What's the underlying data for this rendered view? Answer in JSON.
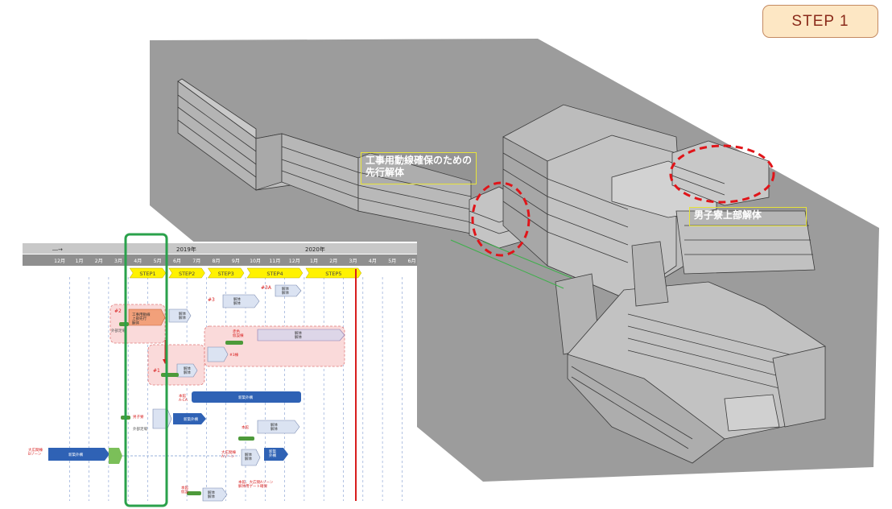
{
  "step_badge": "STEP 1",
  "callouts": {
    "advance_demolition": "工事用動線確保のための先行解体",
    "boys_dorm": "男子寮上部解体"
  },
  "gantt": {
    "arrow_label": "―→",
    "years": [
      "2019年",
      "2020年"
    ],
    "months": [
      "12月",
      "1月",
      "2月",
      "3月",
      "4月",
      "5月",
      "6月",
      "7月",
      "8月",
      "9月",
      "10月",
      "11月",
      "12月",
      "1月",
      "2月",
      "3月",
      "4月",
      "5月",
      "6月"
    ],
    "steps": [
      "STEP1",
      "STEP2",
      "STEP3",
      "STEP4",
      "STEP5"
    ],
    "task_labels": {
      "t1": "工事用動線\n上部先行\n解体",
      "t2": "解体\n解体",
      "t3": "解体\n解体",
      "t4": "解体\n解体",
      "t5": "解体\n解体",
      "t6": "解体\n解体",
      "t7": "新築外構",
      "t8": "新築外構",
      "t9": "新築外構",
      "t10": "解体\n解体",
      "t11": "解体\n解体",
      "t12": "新築\n外構",
      "t13": "解体\n解体",
      "t14": "解体\n解体"
    },
    "side_labels": {
      "s1": "#2",
      "s2": "#3",
      "s3": "#3棟",
      "s4": "#3A",
      "s5": "#1",
      "s6": "本館\nA-CA",
      "s7": "男子寮",
      "s8": "大広間棟\nBゾーン",
      "s9": "大広間棟\nAゾーン",
      "s10": "本館",
      "s11": "本館\n仮設",
      "s12": "本館、大広間Aゾーン\n解体用ゲート確保",
      "s13": "外部足場",
      "s14": "外部足場",
      "s15": "赤色\n仮設棟"
    }
  },
  "colors": {
    "accent_red": "#d81e1e",
    "highlight_green": "#2aa14b",
    "step_yellow": "#fff200",
    "bar_blue": "#2f62b5",
    "callout_yellow": "#e8e43a"
  }
}
